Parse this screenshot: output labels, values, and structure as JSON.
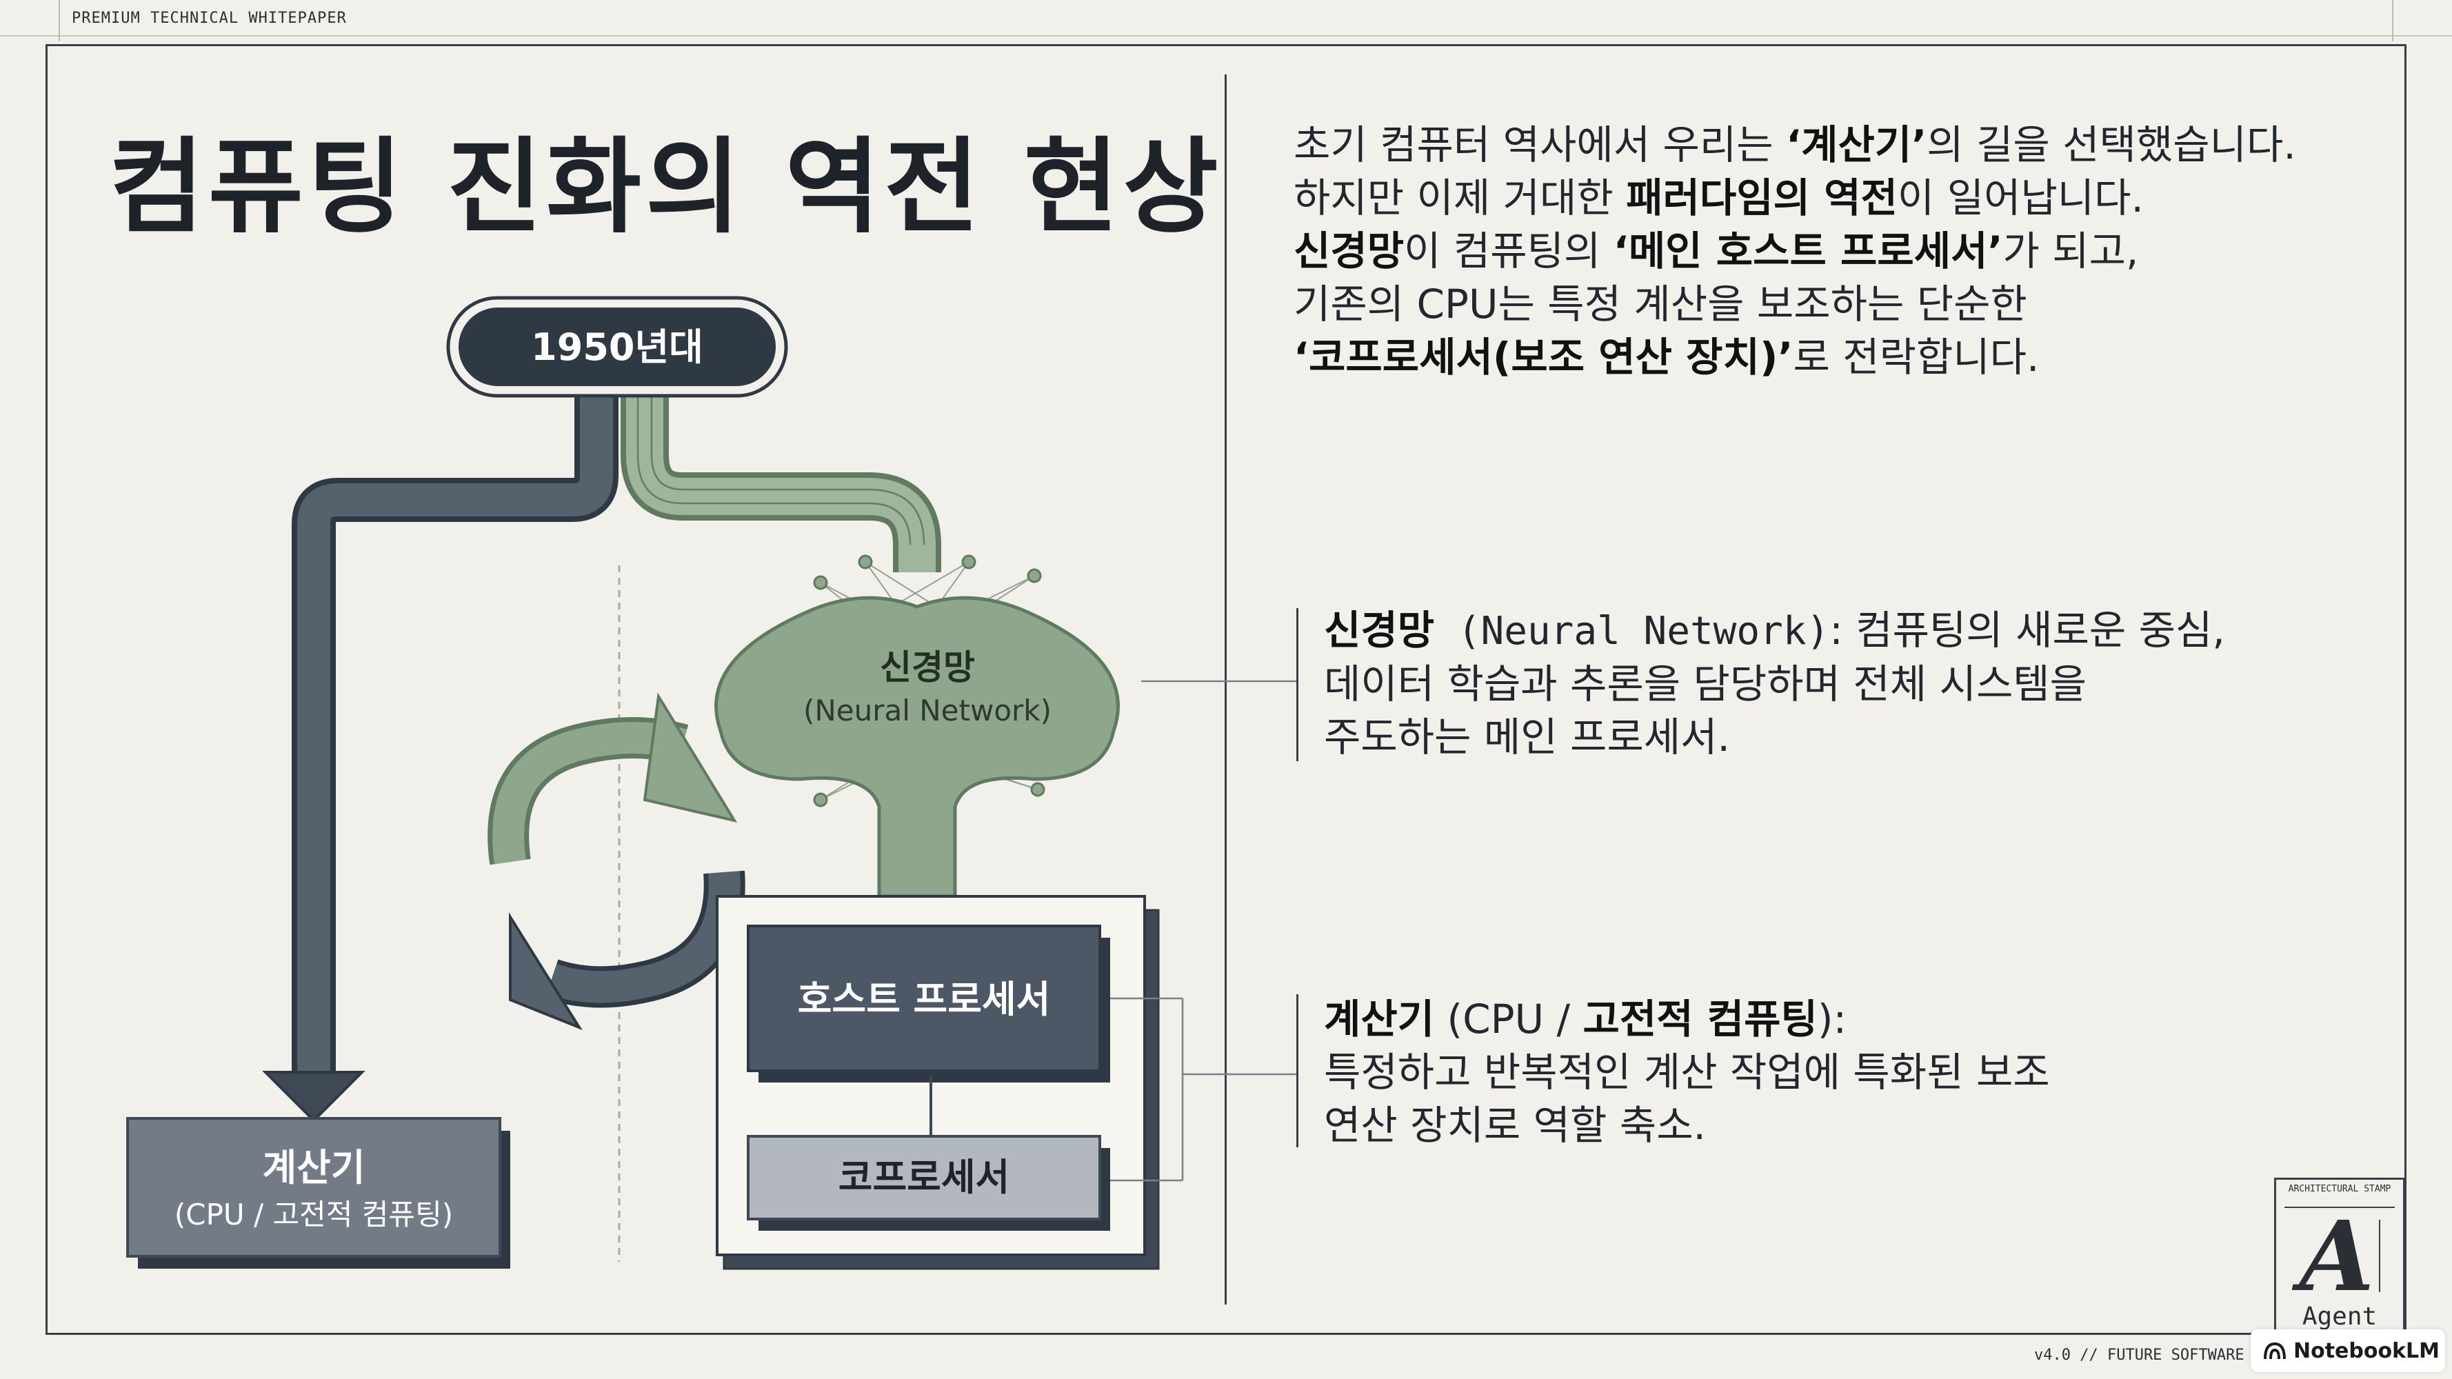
{
  "header": {
    "label": "PREMIUM TECHNICAL WHITEPAPER"
  },
  "title": "컴퓨팅 진화의 역전 현상",
  "diagram": {
    "origin": "1950년대",
    "neural": {
      "ko": "신경망",
      "en": "(Neural Network)"
    },
    "host": "호스트 프로세서",
    "coprocessor": "코프로세서",
    "calculator": {
      "ko": "계산기",
      "sub": "(CPU / 고전적 컴퓨팅)"
    }
  },
  "intro": {
    "l1_a": "초기 컴퓨터 역사에서 우리는 ",
    "l1_b": "‘계산기’",
    "l1_c": "의 길을 선택했습니다.",
    "l2_a": "하지만 이제 거대한 ",
    "l2_b": "패러다임의 역전",
    "l2_c": "이 일어납니다.",
    "l3_a": "신경망",
    "l3_b": "이 컴퓨팅의 ",
    "l3_c": "‘메인 호스트 프로세서’",
    "l3_d": "가 되고,",
    "l4": "기존의 CPU는 특정 계산을 보조하는 단순한",
    "l5_a": "‘코프로세서(보조 연산 장치)’",
    "l5_b": "로 전락합니다."
  },
  "callout_neural": {
    "term": "신경망",
    "mono": " (Neural Network)",
    "rest1": ": 컴퓨팅의 새로운 중심,",
    "line2": "데이터 학습과 추론을 담당하며 전체 시스템을",
    "line3": "주도하는 메인 프로세서."
  },
  "callout_calc": {
    "term": "계산기",
    "paren_open": " (CPU / ",
    "term2": "고전적 컴퓨팅",
    "paren_close": "):",
    "line2": "특정하고 반복적인 계산 작업에 특화된 보조",
    "line3": "연산 장치로 역할 축소."
  },
  "stamp": {
    "title": "ARCHITECTURAL STAMP",
    "letter": "A",
    "label": "Agent"
  },
  "footer": {
    "version": "v4.0 // FUTURE SOFTWARE",
    "badge": "NotebookLM"
  },
  "colors": {
    "background": "#f1f0ea",
    "slate": "#4d5866",
    "slate_dark": "#2f3944",
    "sage": "#8ea68b",
    "sage_dark": "#5f7a5e",
    "coprocessor": "#b3b8be"
  }
}
